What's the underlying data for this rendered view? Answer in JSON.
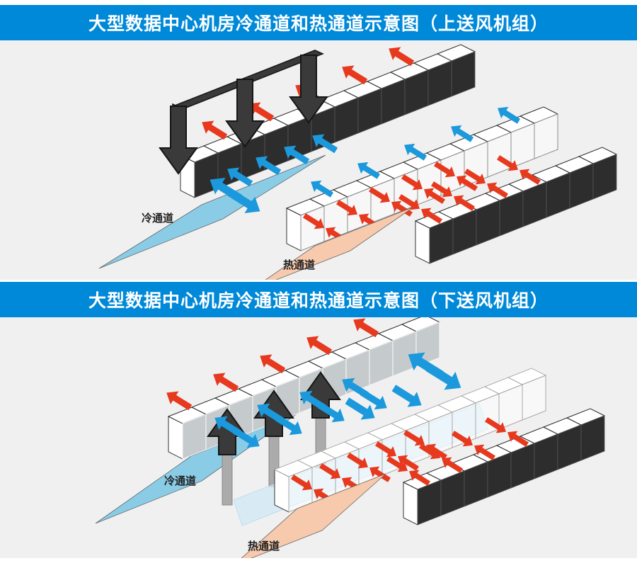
{
  "sections": [
    {
      "id": "top-supply",
      "title": "大型数据中心机房冷通道和热通道示意图（上送风机组）",
      "labels": {
        "cold_aisle": "冷通道",
        "hot_aisle": "热通道"
      }
    },
    {
      "id": "bottom-supply",
      "title": "大型数据中心机房冷通道和热通道示意图（下送风机组）",
      "labels": {
        "cold_aisle": "冷通道",
        "hot_aisle": "热通道"
      }
    }
  ],
  "colors": {
    "header_bg": "#0089d8",
    "header_text": "#ffffff",
    "panel_bg": "#f0f0f1",
    "hot_arrow": "#e7391e",
    "cold_arrow": "#1b99dc",
    "cold_floor": "#8acce6",
    "hot_floor": "#f7c9ad",
    "rack_dark_front": "#2d2d2d",
    "rack_light_front": "#f7f7f7",
    "rack_gray_front": "#c5cacc",
    "supply_air_dark": "#3a3a3a",
    "cold_air_layer": "#cfe9f5",
    "label_text": "#222222"
  }
}
